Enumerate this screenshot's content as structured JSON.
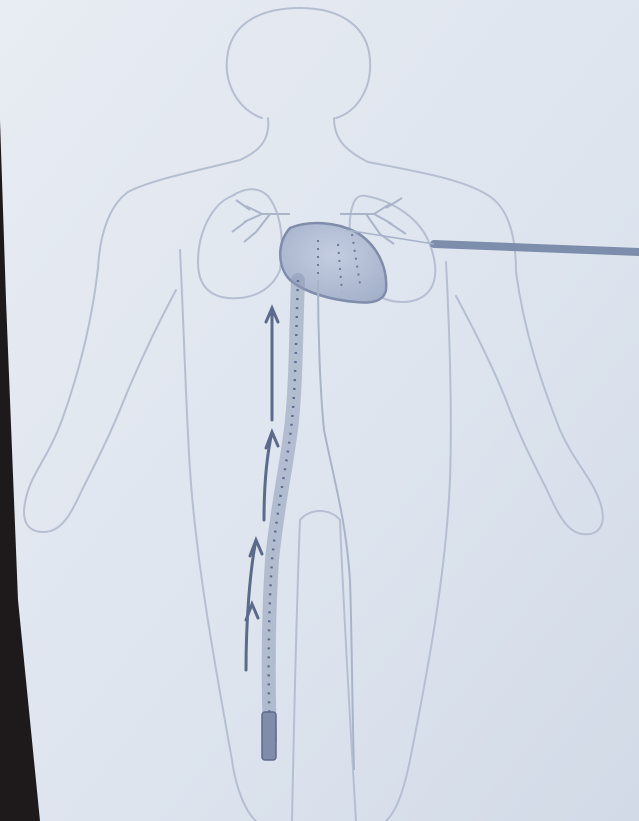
{
  "diagram": {
    "colors": {
      "background": "#dfe5ee",
      "outline": "#b5bfd1",
      "heart": "#a9b5cd",
      "catheter": "#7f8daa",
      "arrow": "#5c6b8c",
      "pointer": "#7d8dac",
      "bezel": "#1e1a1b"
    },
    "parts": [
      "head",
      "neck",
      "torso",
      "left-arm",
      "right-arm",
      "left-lung",
      "right-lung",
      "heart",
      "legs",
      "catheter",
      "sheath",
      "flow-arrows",
      "pointer-line"
    ]
  }
}
